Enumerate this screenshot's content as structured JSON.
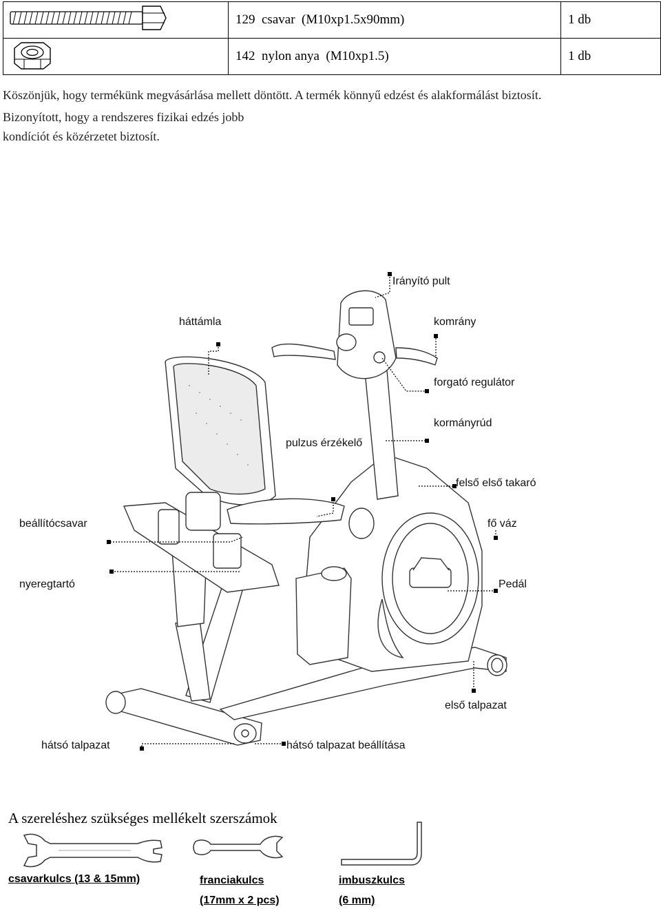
{
  "parts": [
    {
      "number": "129",
      "name": "csavar  (M10xp1.5x90mm)",
      "qty": "1 db",
      "icon": "bolt-icon"
    },
    {
      "number": "142",
      "name": "nylon anya  (M10xp1.5)",
      "qty": "1 db",
      "icon": "nylon-nut-icon"
    }
  ],
  "intro": {
    "line1": "Köszönjük, hogy termékünk megvásárlása mellett döntött. A termék könnyű edzést és alakformálást biztosít.",
    "line2": "Bizonyított,  hogy  a  rendszeres  fizikai  edzés  jobb",
    "line3": "kondíciót és közérzetet biztosít."
  },
  "diagram": {
    "labels": {
      "console": "Irányító pult",
      "backrest": "háttámla",
      "handlebar": "komrány",
      "resistance_knob": "forgató regulátor",
      "handlebar_post": "kormányrúd",
      "pulse_sensor": "pulzus érzékelő",
      "upper_front_cover": "felső első takaró",
      "adjust_knob": "beállítócsavar",
      "main_frame": "fő váz",
      "seat_support": "nyeregtartó",
      "pedal": "Pedál",
      "front_stabilizer": "első talpazat",
      "rear_stabilizer": "hátsó talpazat",
      "rear_stabilizer_adjust": "hátsó talpazat beállítása"
    }
  },
  "tools": {
    "title": "A szereléshez szükséges mellékelt szerszámok",
    "items": [
      {
        "label": "csavarkulcs (13 & 15mm)",
        "icon": "combination-wrench-icon"
      },
      {
        "label": "franciakulcs",
        "label2": "(17mm x 2 pcs)",
        "icon": "open-end-wrench-icon"
      },
      {
        "label": "imbuszkulcs",
        "label2": "(6 mm)",
        "icon": "allen-key-icon"
      }
    ]
  }
}
